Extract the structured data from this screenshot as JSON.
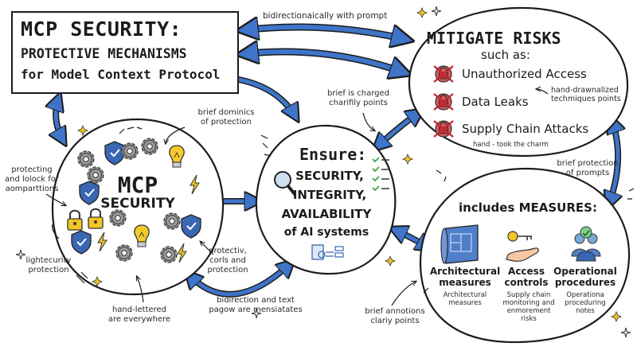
{
  "title": {
    "line1": "MCP SECURITY:",
    "line2": "PROTECTIVE MECHANISMS",
    "line3": "for Model Context Protocol"
  },
  "mitigate": {
    "heading": "MITIGATE RISKS",
    "subheading": "such as:",
    "items": [
      "Unauthorized Access",
      "Data Leaks",
      "Supply Chain Attacks"
    ],
    "side_note": [
      "hand-drawnalized",
      "techmiques points"
    ],
    "footnote": "hand - took the charm"
  },
  "center": {
    "heading": "Ensure:",
    "line1": "SECURITY,",
    "line2": "INTEGRITY,",
    "line3": "AVAILABILITY",
    "line4": "of AI systems"
  },
  "mcp": {
    "line1": "MCP",
    "line2": "SECURITY"
  },
  "measures": {
    "heading": "includes MEASURES:",
    "columns": [
      {
        "title": [
          "Architectural",
          "measures"
        ],
        "note": [
          "Architectural",
          "measures"
        ]
      },
      {
        "title": [
          "Access",
          "controls"
        ],
        "note": [
          "Supply chain",
          "monitoring and",
          "enmorement",
          "risks"
        ]
      },
      {
        "title": [
          "Operational",
          "procedures"
        ],
        "note": [
          "Operationa",
          "proceduring",
          "notes"
        ]
      }
    ]
  },
  "annotations": {
    "top_arrow": "bidirectionaically with prompt",
    "brief_charged": [
      "brief is charged",
      "charifily points"
    ],
    "brief_dominics": [
      "brief dominics",
      "of protection"
    ],
    "protecting": [
      "protecting",
      "and lolock for",
      "aomparttions"
    ],
    "lightecurity": [
      "lightecurity",
      "protection"
    ],
    "protectiv": [
      "protectiv,",
      "corls and",
      "protection"
    ],
    "hand_lettered": [
      "hand-lettered",
      "are everywhere"
    ],
    "bidirection": [
      "bidirection and text",
      "pagow are mensiatates"
    ],
    "brief_annotions": [
      "brief annotions",
      "clariy points"
    ],
    "brief_protection": [
      "brief protection",
      "of prompts"
    ]
  },
  "colors": {
    "arrow_blue": "#3f74c8",
    "ink": "#1c1c1c",
    "shield_blue": "#3a66b3",
    "gear_gray": "#8a8a8a",
    "bulb_yellow": "#f2c623",
    "check_green": "#3ea34b",
    "risk_red": "#d0343a"
  }
}
